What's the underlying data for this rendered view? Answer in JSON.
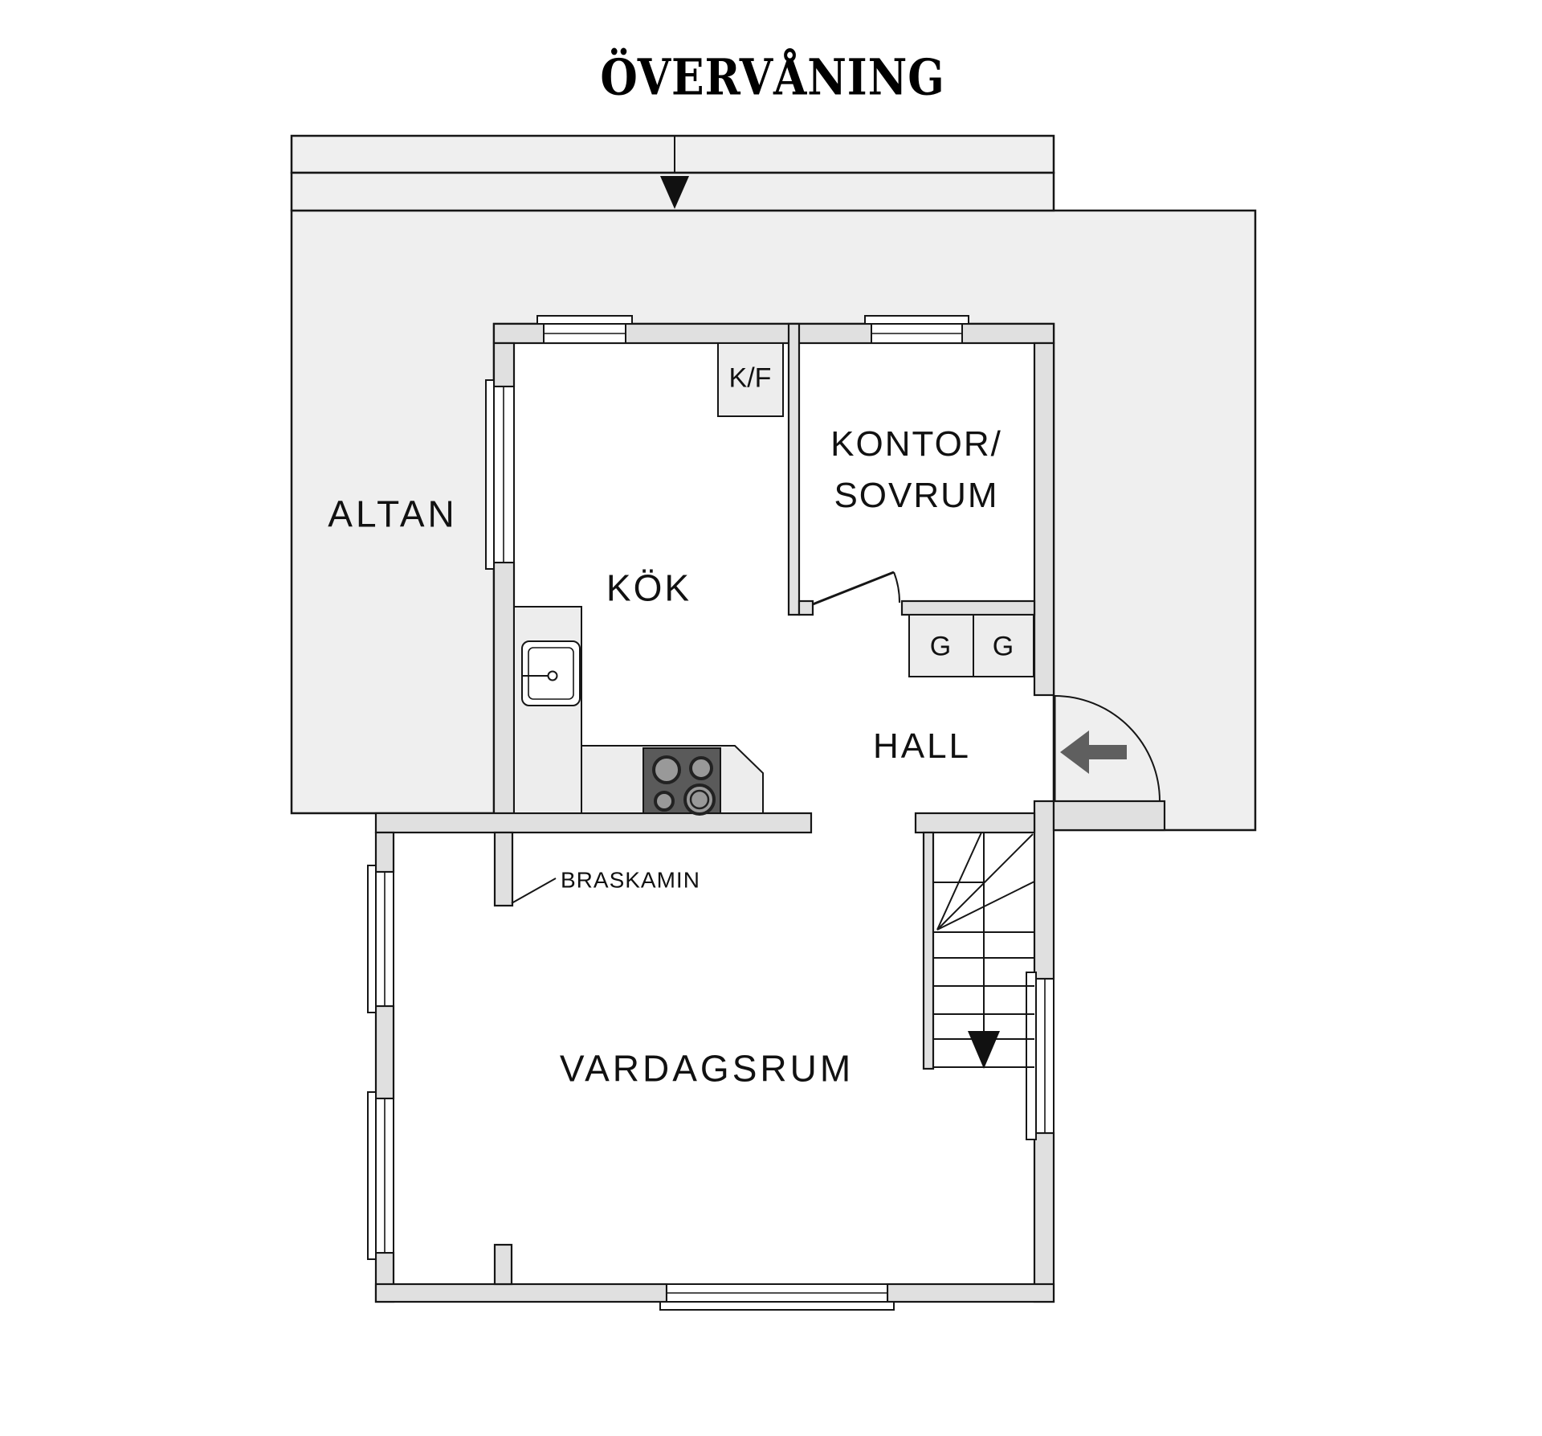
{
  "title": "ÖVERVÅNING",
  "rooms": {
    "altan": "ALTAN",
    "kok": "KÖK",
    "kontor_line1": "KONTOR/",
    "kontor_line2": "SOVRUM",
    "hall": "HALL",
    "vardagsrum": "VARDAGSRUM"
  },
  "labels": {
    "braskamin": "BRASKAMIN",
    "fridge_freezer": "K/F",
    "wardrobe_left": "G",
    "wardrobe_right": "G"
  },
  "colors": {
    "deck": "#efefef",
    "wall": "#e0e0e0",
    "furniture": "#ededed",
    "white": "#ffffff",
    "stove_body": "#5a5a5a",
    "burner_ring": "#222222",
    "burner_center": "#999999",
    "arrow": "#5f5f5f",
    "stair_arrow": "#111111",
    "line": "#161616",
    "text": "#111111"
  }
}
